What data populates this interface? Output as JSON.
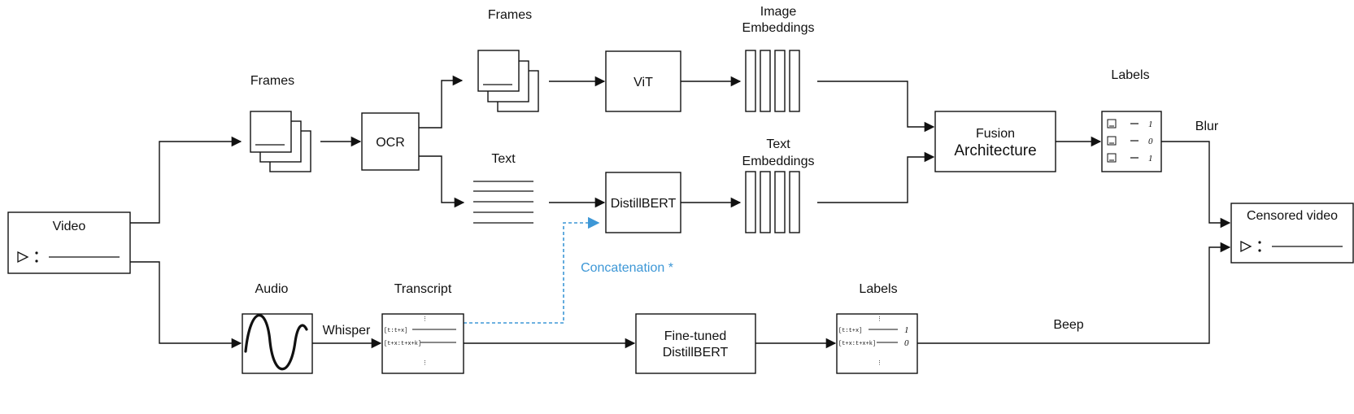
{
  "nodes": {
    "video": "Video",
    "frames_left": "Frames",
    "ocr": "OCR",
    "frames_top": "Frames",
    "text": "Text",
    "vit": "ViT",
    "distilbert": "DistillBERT",
    "image_embeddings_1": "Image",
    "image_embeddings_2": "Embeddings",
    "text_embeddings_1": "Text",
    "text_embeddings_2": "Embeddings",
    "fusion_1": "Fusion",
    "fusion_2": "Architecture",
    "labels_top": "Labels",
    "censored_video": "Censored video",
    "audio": "Audio",
    "whisper": "Whisper",
    "transcript": "Transcript",
    "finetuned_1": "Fine-tuned",
    "finetuned_2": "DistillBERT",
    "labels_bottom": "Labels"
  },
  "edges": {
    "blur": "Blur",
    "beep": "Beep",
    "concatenation": "Concatenation *"
  },
  "label_values_top": [
    "1",
    "0",
    "1"
  ],
  "label_values_bottom": [
    "1",
    "0"
  ],
  "transcript_rows": [
    "[t:t+x]",
    "[t+x:t+x+k]"
  ],
  "colors": {
    "accent_blue": "#3d97d6",
    "stroke": "#111111"
  }
}
